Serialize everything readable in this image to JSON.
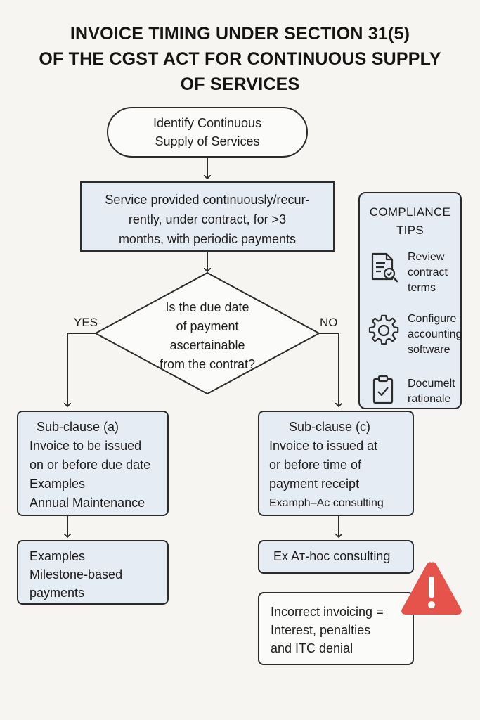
{
  "title": {
    "line1": "INVOICE TIMING UNDER SECTION 31(5)",
    "line2": "OF THE CGST ACT FOR CONTINUOUS SUPPLY",
    "line3": "OF SERVICES"
  },
  "start": {
    "line1": "Identify Continuous",
    "line2": "Supply of Services"
  },
  "condition": {
    "line1": "Service provided continuously/recur-",
    "line2": "rently, under contract, for >3",
    "line3": "months, with periodic payments"
  },
  "decision": {
    "line1": "Is the due date",
    "line2": "of payment",
    "line3": "ascertainable",
    "line4": "from the contrat?",
    "yes_label": "YES",
    "no_label": "NO"
  },
  "sub_a": {
    "heading": "Sub-clause (a)",
    "line1": "Invoice to be issued",
    "line2": "on or before due date",
    "line3": "Examples",
    "line4": "Annual Maintenance"
  },
  "sub_c": {
    "heading": "Sub-clause (c)",
    "line1": "Invoice to issued at",
    "line2": "or before time of",
    "line3": "payment receipt",
    "line4": "Examph–Ac consulting"
  },
  "examples_a": {
    "line1": "Examples",
    "line2": "Milestone-based",
    "line3": "payments"
  },
  "examples_c": {
    "line1": "Ex Aᴛ-hoc consulting"
  },
  "warning": {
    "line1": "Incorrect invoicing =",
    "line2": "Interest, penalties",
    "line3": "and ITC denial",
    "icon": "warning-triangle-icon",
    "icon_color": "#e5534b"
  },
  "tips": {
    "title_line1": "COMPLIANCE",
    "title_line2": "TIPS",
    "items": [
      {
        "icon": "document-search-icon",
        "line1": "Review",
        "line2": "contract",
        "line3": "terms"
      },
      {
        "icon": "gear-icon",
        "line1": "Configure",
        "line2": "accounting",
        "line3": "software"
      },
      {
        "icon": "clipboard-check-icon",
        "line1": "Documelt",
        "line2": "rationale"
      }
    ]
  },
  "colors": {
    "box_fill": "#e6ecf3",
    "background": "#f6f5f2",
    "stroke": "#2b2b2b"
  }
}
